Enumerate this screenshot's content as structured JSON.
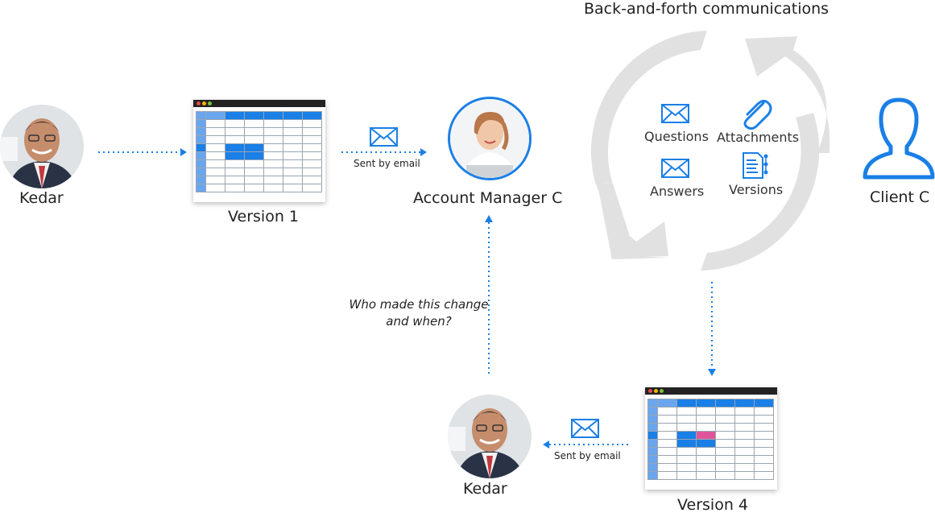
{
  "title": "Back-and-forth communications",
  "people": {
    "kedar_top": "Kedar",
    "account_manager": "Account Manager C",
    "client": "Client C",
    "kedar_bottom": "Kedar"
  },
  "documents": {
    "version1": "Version 1",
    "version4": "Version 4"
  },
  "edges": {
    "sent_by_email_top": "Sent by email",
    "sent_by_email_bottom": "Sent by email",
    "question_line1": "Who made this change",
    "question_line2": "and when?"
  },
  "cycle_items": {
    "questions": "Questions",
    "attachments": "Attachments",
    "answers": "Answers",
    "versions": "Versions"
  },
  "colors": {
    "accent": "#1a7fe6",
    "arrow_gray": "#e1e1e1",
    "highlight": "#e0559a"
  }
}
